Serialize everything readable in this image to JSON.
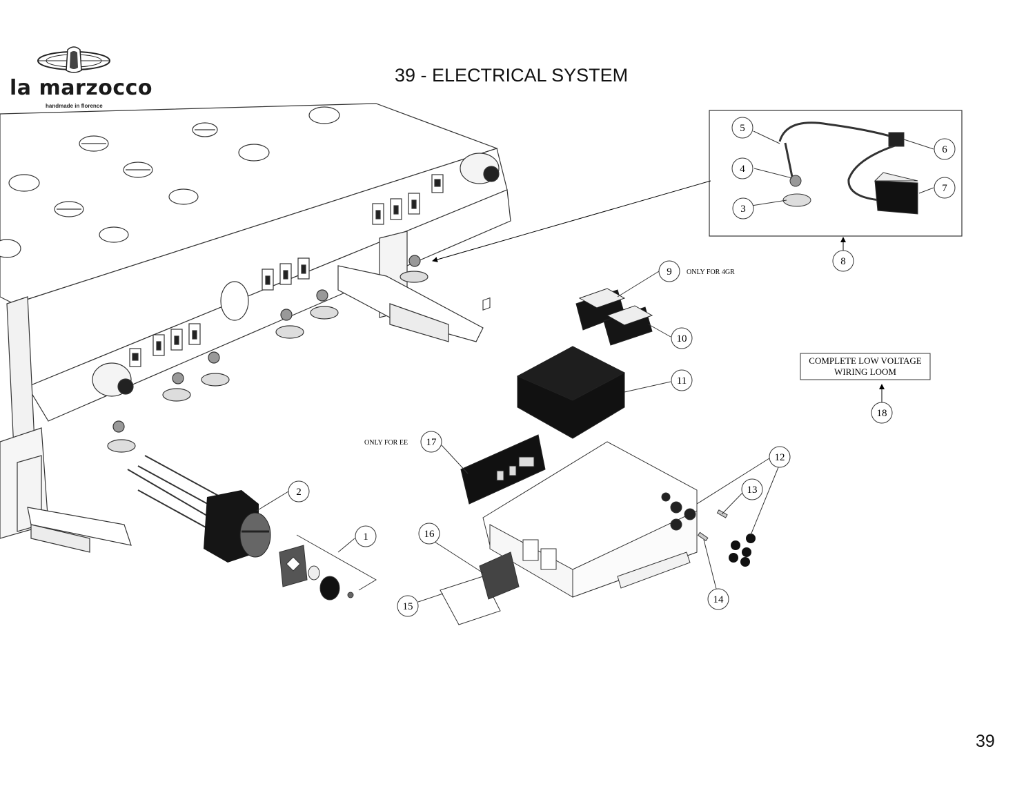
{
  "header": {
    "brand": "la marzocco",
    "tagline": "handmade in florence",
    "title": "39 - ELECTRICAL SYSTEM"
  },
  "footer": {
    "page_number": "39"
  },
  "notes": {
    "only_4gr": "ONLY FOR 4GR",
    "only_ee": "ONLY FOR EE",
    "loom_line1": "COMPLETE LOW VOLTAGE",
    "loom_line2": "WIRING LOOM"
  },
  "callouts": [
    {
      "id": "1",
      "label": "1"
    },
    {
      "id": "2",
      "label": "2"
    },
    {
      "id": "3",
      "label": "3"
    },
    {
      "id": "4",
      "label": "4"
    },
    {
      "id": "5",
      "label": "5"
    },
    {
      "id": "6",
      "label": "6"
    },
    {
      "id": "7",
      "label": "7"
    },
    {
      "id": "8",
      "label": "8"
    },
    {
      "id": "9",
      "label": "9"
    },
    {
      "id": "10",
      "label": "10"
    },
    {
      "id": "11",
      "label": "11"
    },
    {
      "id": "12",
      "label": "12"
    },
    {
      "id": "13",
      "label": "13"
    },
    {
      "id": "14",
      "label": "14"
    },
    {
      "id": "15",
      "label": "15"
    },
    {
      "id": "16",
      "label": "16"
    },
    {
      "id": "17",
      "label": "17"
    },
    {
      "id": "18",
      "label": "18"
    }
  ]
}
